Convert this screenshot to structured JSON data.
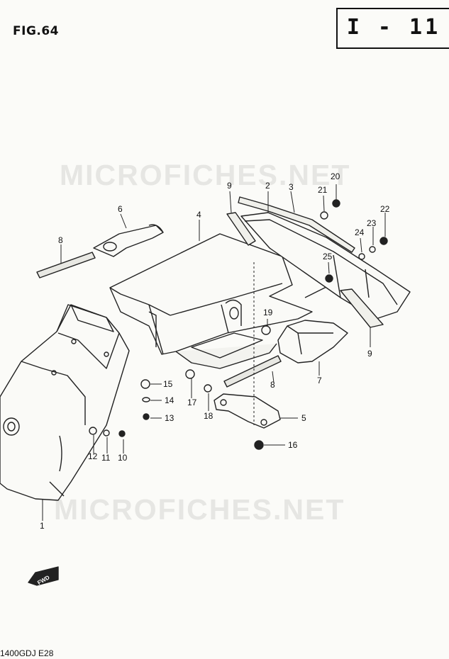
{
  "figure": {
    "title": "FIG.64",
    "section": "I - 11"
  },
  "watermark": "MICROFICHES.NET",
  "model_code": "1400GDJ  E28",
  "fwd_label": "FWD",
  "callouts": [
    "1",
    "2",
    "3",
    "4",
    "5",
    "6",
    "7",
    "8",
    "8",
    "9",
    "9",
    "10",
    "11",
    "12",
    "13",
    "14",
    "15",
    "16",
    "17",
    "18",
    "19",
    "20",
    "21",
    "22",
    "23",
    "24",
    "25"
  ]
}
